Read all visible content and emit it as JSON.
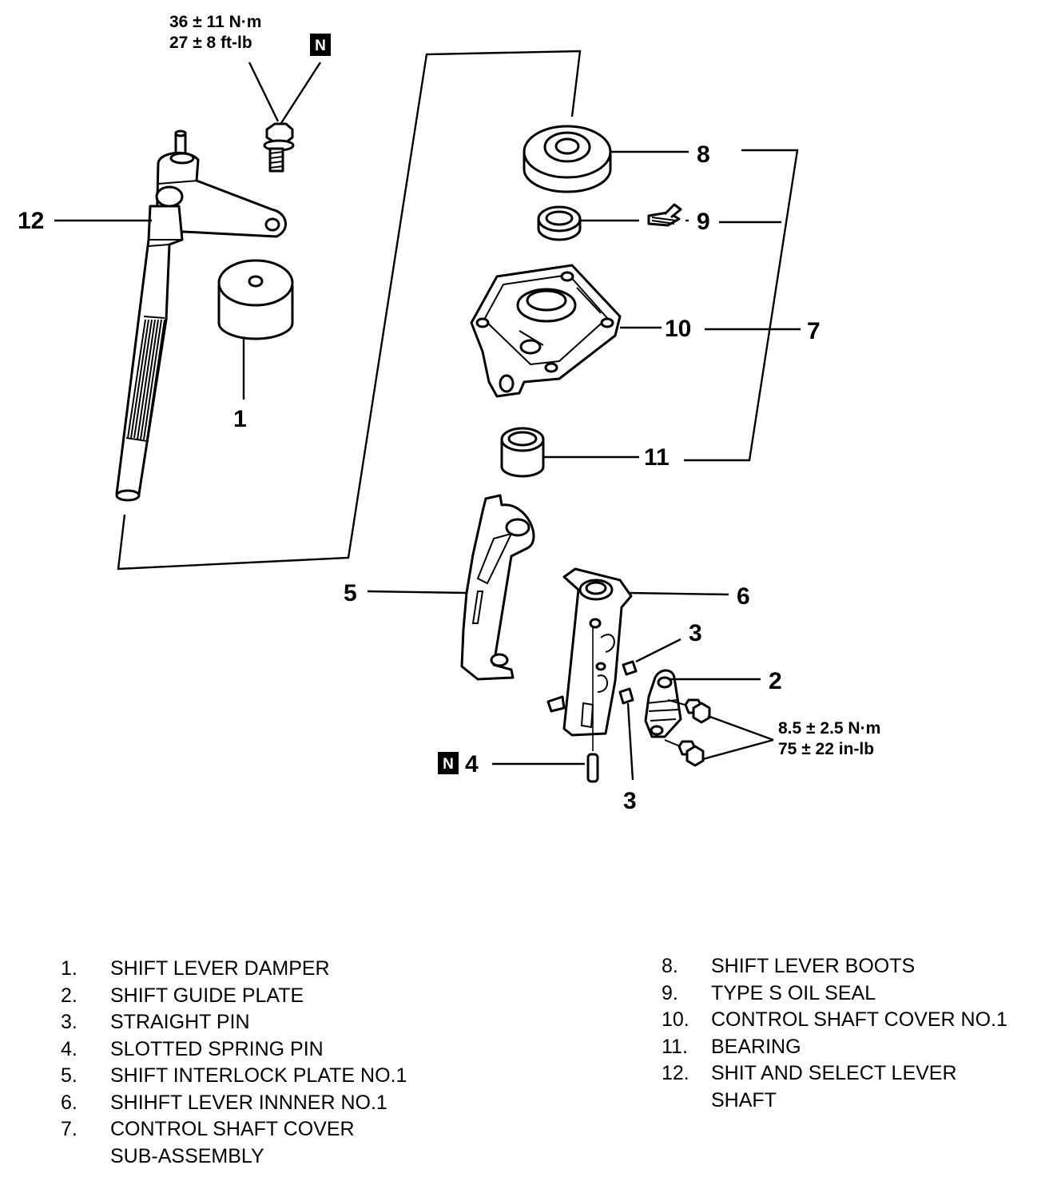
{
  "torque_top": {
    "line1": "36 ± 11 N·m",
    "line2": "27 ± 8 ft-lb"
  },
  "torque_bottom": {
    "line1": "8.5 ± 2.5 N·m",
    "line2": "75 ± 22 in-lb"
  },
  "n_badge": "N",
  "callouts": {
    "c1": "1",
    "c2": "2",
    "c3a": "3",
    "c3b": "3",
    "c4": "4",
    "c5": "5",
    "c6": "6",
    "c7": "7",
    "c8": "8",
    "c9": "9",
    "c10": "10",
    "c11": "11",
    "c12": "12"
  },
  "legend_left": [
    {
      "num": "1.",
      "text": "SHIFT LEVER DAMPER"
    },
    {
      "num": "2.",
      "text": "SHIFT GUIDE PLATE"
    },
    {
      "num": "3.",
      "text": "STRAIGHT PIN"
    },
    {
      "num": "4.",
      "text": "SLOTTED SPRING PIN"
    },
    {
      "num": "5.",
      "text": "SHIFT INTERLOCK PLATE NO.1"
    },
    {
      "num": "6.",
      "text": "SHIHFT LEVER INNNER NO.1"
    },
    {
      "num": "7.",
      "text": "CONTROL SHAFT COVER"
    },
    {
      "num": "",
      "text": "SUB-ASSEMBLY"
    }
  ],
  "legend_right": [
    {
      "num": "8.",
      "text": "SHIFT LEVER BOOTS"
    },
    {
      "num": "9.",
      "text": "TYPE S OIL SEAL"
    },
    {
      "num": "10.",
      "text": "CONTROL SHAFT COVER NO.1"
    },
    {
      "num": "11.",
      "text": "BEARING"
    },
    {
      "num": "12.",
      "text": "SHIT AND SELECT LEVER"
    },
    {
      "num": "",
      "text": "SHAFT"
    }
  ]
}
